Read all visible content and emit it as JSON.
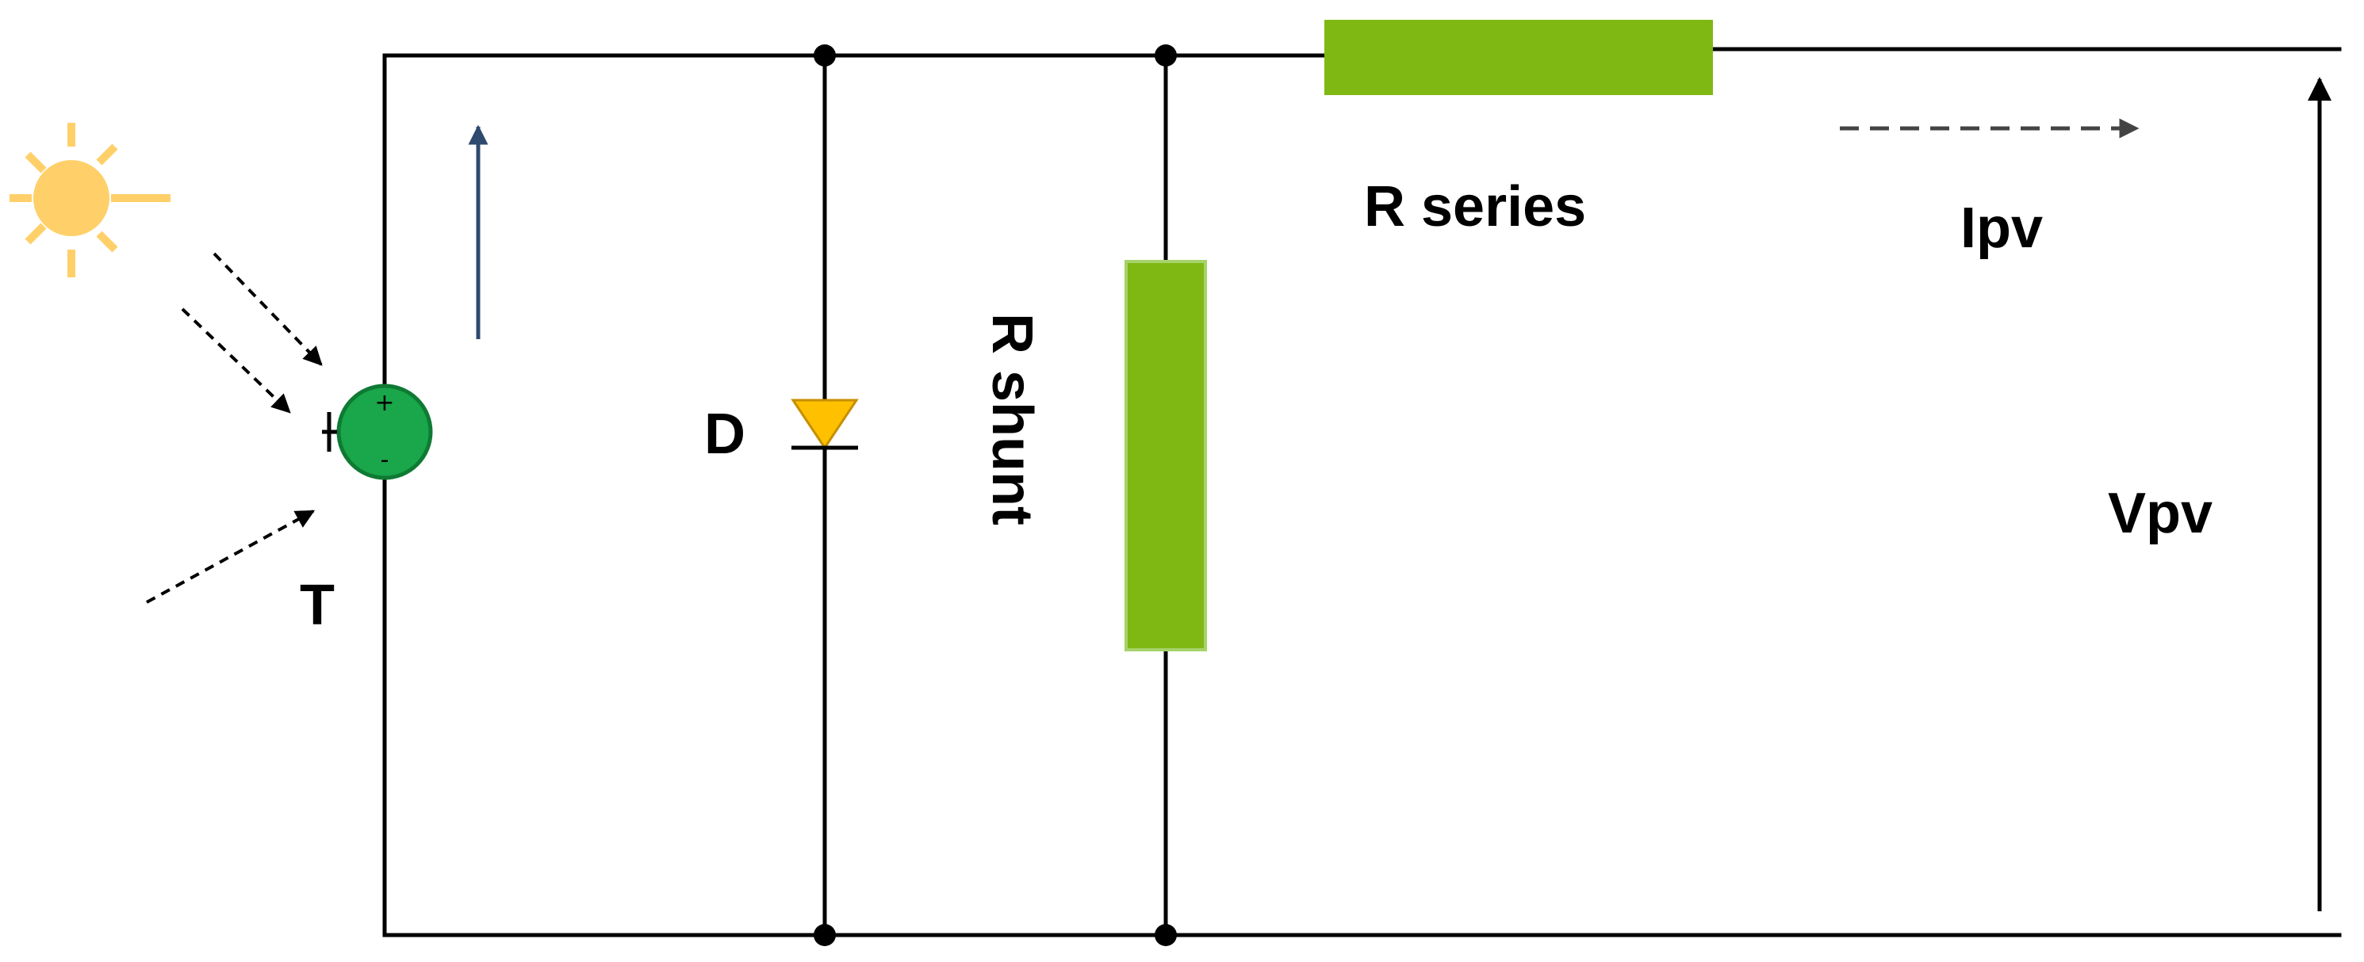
{
  "labels": {
    "diode": "D",
    "shunt": "R shunt",
    "series": "R series",
    "current": "Ipv",
    "voltage": "Vpv",
    "temperature": "T"
  },
  "source": {
    "plus": "+",
    "minus": "-"
  },
  "colors": {
    "wire": "#000000",
    "resistor": "#7fb813",
    "diode": "#ffc000",
    "source": "#1aa64a",
    "sun": "#ffd06a",
    "current_arrow": "#2e4a6e",
    "dashed_arrow": "#333333"
  }
}
